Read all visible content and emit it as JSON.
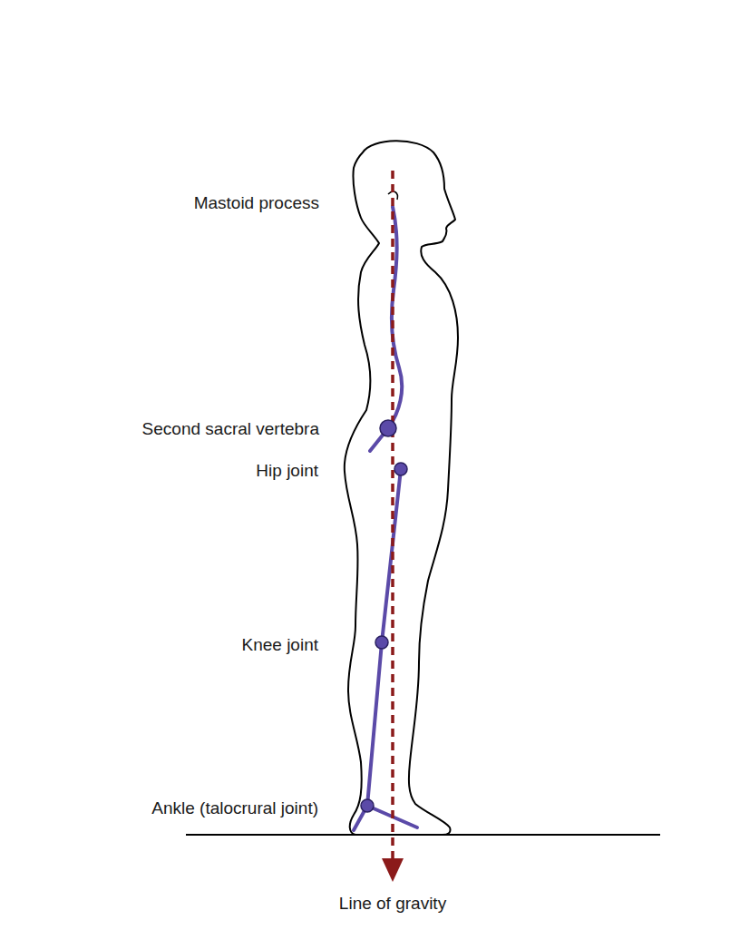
{
  "diagram": {
    "labels": [
      "Mastoid process",
      "Second sacral vertebra",
      "Hip joint",
      "Knee joint",
      "Ankle (talocrural joint)",
      "Line of gravity"
    ]
  }
}
